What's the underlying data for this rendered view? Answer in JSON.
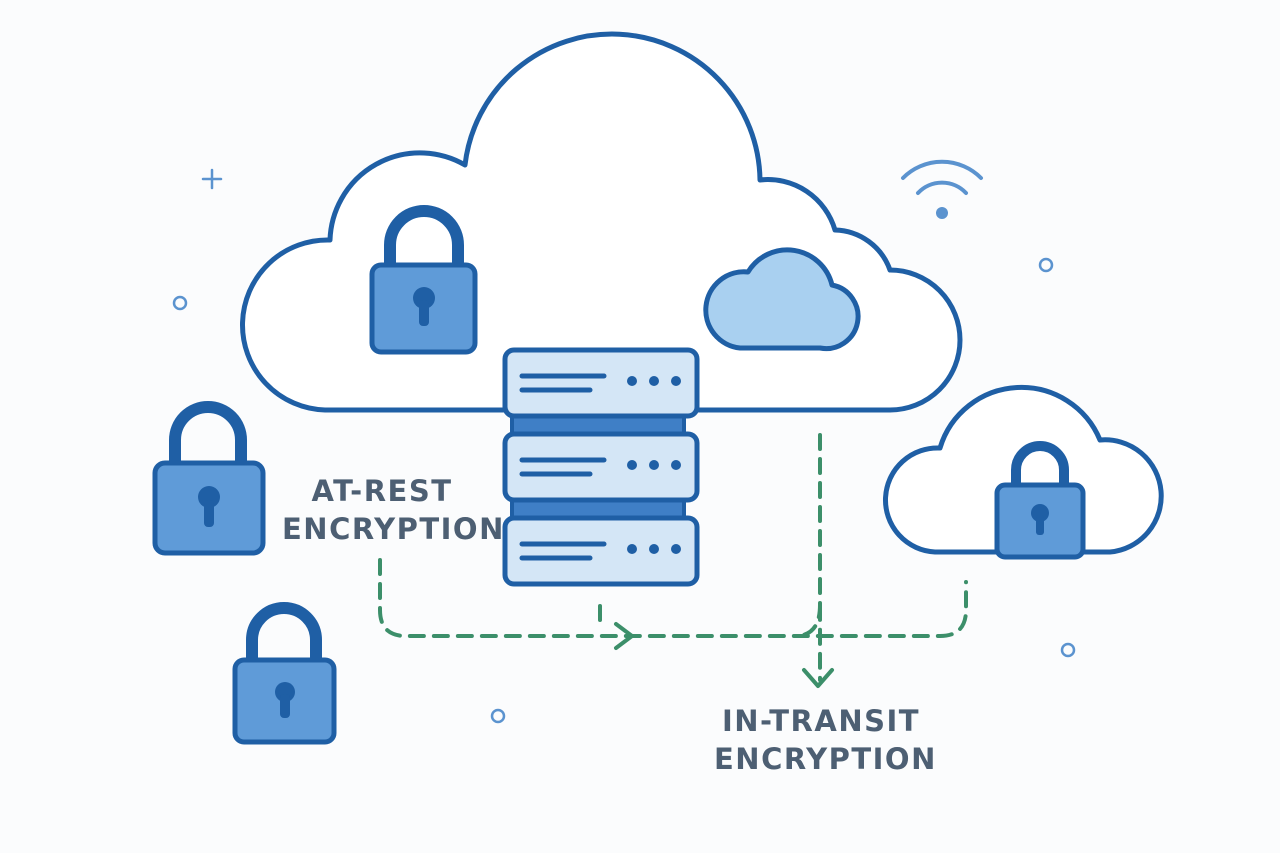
{
  "labels": {
    "at_rest": [
      "AT-REST",
      "ENCRYPTION"
    ],
    "in_transit": [
      "IN-TRANSIT",
      "ENCRYPTION"
    ]
  },
  "colors": {
    "outline": "#1f5fa5",
    "lock_fill": "#5f9bd8",
    "server_fill": "#d4e6f6",
    "server_gap": "#3f7fc6",
    "small_cloud_fill": "#a9d0f0",
    "flow_line": "#3c8f6a",
    "label_text": "#4d5f73",
    "sparkle": "#5b93cf"
  },
  "icons": [
    "main-cloud-icon",
    "padlock-icon",
    "small-cloud-icon",
    "server-rack-icon",
    "side-cloud-icon",
    "wifi-signal-icon",
    "sparkle-icon",
    "dashed-flow-arrow-icon"
  ]
}
